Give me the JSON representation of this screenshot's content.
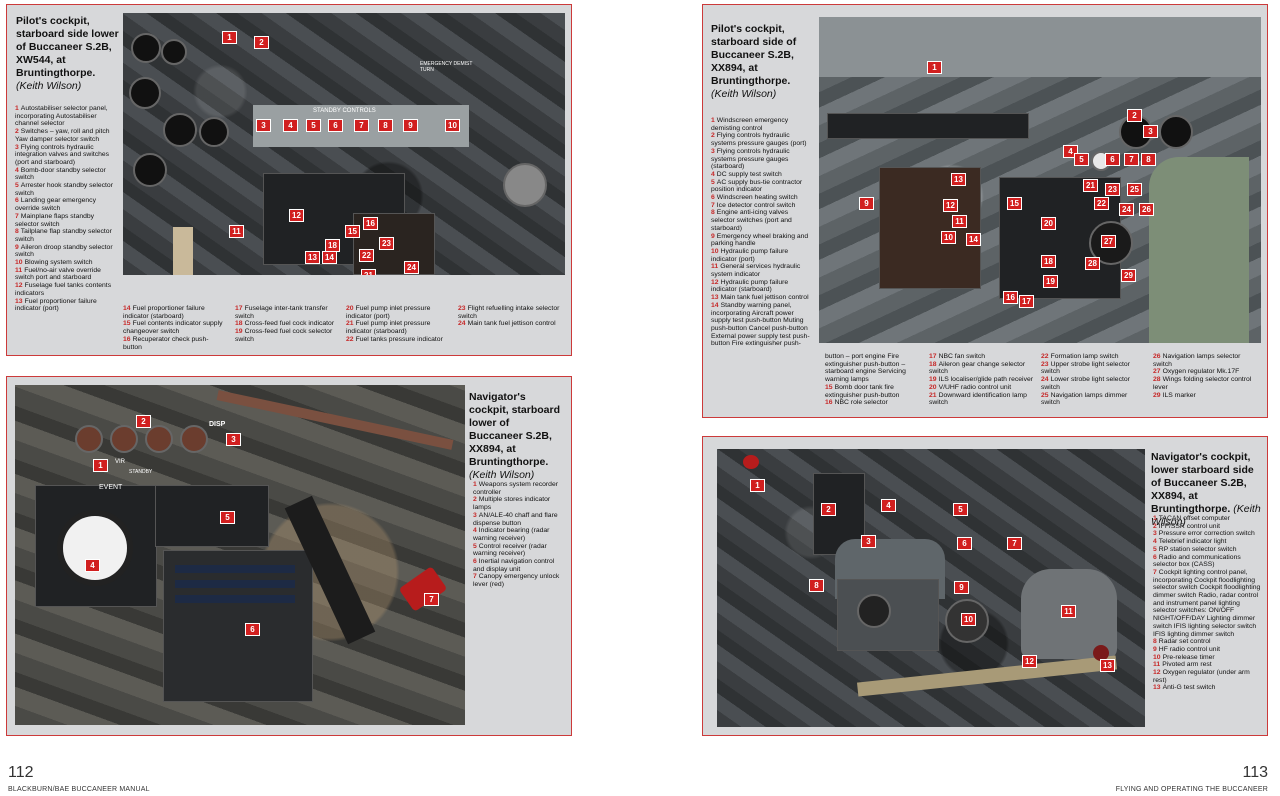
{
  "spread": {
    "left_page": {
      "number": "112",
      "running_head": "BLACKBURN/BAE BUCCANEER MANUAL"
    },
    "right_page": {
      "number": "113",
      "running_head": "FLYING AND OPERATING THE BUCCANEER"
    }
  },
  "pilot_xw544": {
    "title": "Pilot's cockpit, starboard side lower of Buccaneer S.2B, XW544, at Bruntingthorpe.",
    "credit": "(Keith Wilson)",
    "items": [
      {
        "n": "1",
        "text": "Autostabiliser selector panel, incorporating Autostabiliser channel selector"
      },
      {
        "n": "2",
        "text": "Switches – yaw, roll and pitch Yaw damper selector switch"
      },
      {
        "n": "3",
        "text": "Flying controls hydraulic integration valves and switches (port and starboard)"
      },
      {
        "n": "4",
        "text": "Bomb-door standby selector switch"
      },
      {
        "n": "5",
        "text": "Arrester hook standby selector switch"
      },
      {
        "n": "6",
        "text": "Landing gear emergency override switch"
      },
      {
        "n": "7",
        "text": "Mainplane flaps standby selector switch"
      },
      {
        "n": "8",
        "text": "Tailplane flap standby selector switch"
      },
      {
        "n": "9",
        "text": "Aileron droop standby selector switch"
      },
      {
        "n": "10",
        "text": "Blowing system switch"
      },
      {
        "n": "11",
        "text": "Fuel/no-air valve override switch port and starboard"
      },
      {
        "n": "12",
        "text": "Fuselage fuel tanks contents indicators"
      },
      {
        "n": "13",
        "text": "Fuel proportioner failure indicator (port)"
      },
      {
        "n": "14",
        "text": "Fuel proportioner failure indicator (starboard)"
      },
      {
        "n": "15",
        "text": "Fuel contents indicator supply changeover switch"
      },
      {
        "n": "16",
        "text": "Recuperator check push-button"
      },
      {
        "n": "17",
        "text": "Fuselage inter-tank transfer switch"
      },
      {
        "n": "18",
        "text": "Cross-feed fuel cock indicator"
      },
      {
        "n": "19",
        "text": "Cross-feed fuel cock selector switch"
      },
      {
        "n": "20",
        "text": "Fuel pump inlet pressure indicator (port)"
      },
      {
        "n": "21",
        "text": "Fuel pump inlet pressure indicator (starboard)"
      },
      {
        "n": "22",
        "text": "Fuel tanks pressure indicator"
      },
      {
        "n": "23",
        "text": "Flight refuelling intake selector switch"
      },
      {
        "n": "24",
        "text": "Main tank fuel jettison control"
      }
    ],
    "photo_labels": {
      "placard_controls": "STANDBY CONTROLS",
      "placard_demist": "EMERGENCY DEMIST TURN"
    }
  },
  "nav_xx894_starboard": {
    "title": "Navigator's cockpit, starboard lower of Buccaneer S.2B, XX894, at Bruntingthorpe.",
    "credit": "(Keith Wilson)",
    "items": [
      {
        "n": "1",
        "text": "Weapons system recorder controller"
      },
      {
        "n": "2",
        "text": "Multiple stores indicator lamps"
      },
      {
        "n": "3",
        "text": "AN/ALE-40 chaff and flare dispense button"
      },
      {
        "n": "4",
        "text": "Indicator bearing (radar warning receiver)"
      },
      {
        "n": "5",
        "text": "Control receiver (radar warning receiver)"
      },
      {
        "n": "6",
        "text": "Inertial navigation control and display unit"
      },
      {
        "n": "7",
        "text": "Canopy emergency unlock lever (red)"
      }
    ],
    "photo_labels": {
      "event": "EVENT",
      "disp": "DISP",
      "vir": "VIR",
      "standby": "STANDBY"
    }
  },
  "pilot_xx894": {
    "title": "Pilot's cockpit, starboard side of Buccaneer S.2B, XX894, at Bruntingthorpe.",
    "credit": "(Keith Wilson)",
    "items": [
      {
        "n": "1",
        "text": "Windscreen emergency demisting control"
      },
      {
        "n": "2",
        "text": "Flying controls hydraulic systems pressure gauges (port)"
      },
      {
        "n": "3",
        "text": "Flying controls hydraulic systems pressure gauges (starboard)"
      },
      {
        "n": "4",
        "text": "DC supply test switch"
      },
      {
        "n": "5",
        "text": "AC supply bus-tie contractor position indicator"
      },
      {
        "n": "6",
        "text": "Windscreen heating switch"
      },
      {
        "n": "7",
        "text": "Ice detector control switch"
      },
      {
        "n": "8",
        "text": "Engine anti-icing valves selector switches (port and starboard)"
      },
      {
        "n": "9",
        "text": "Emergency wheel braking and parking handle"
      },
      {
        "n": "10",
        "text": "Hydraulic pump failure indicator (port)"
      },
      {
        "n": "11",
        "text": "General services hydraulic system indicator"
      },
      {
        "n": "12",
        "text": "Hydraulic pump failure indicator (starboard)"
      },
      {
        "n": "13",
        "text": "Main tank fuel jettison control"
      },
      {
        "n": "14",
        "text": "Standby warning panel, incorporating Aircraft power supply test push-button Muting push-button Cancel push-button External power supply test push-button Fire extinguisher push-"
      },
      {
        "n": "",
        "text": "button – port engine Fire extinguisher push-button – starboard engine Servicing warning lamps"
      },
      {
        "n": "15",
        "text": "Bomb door tank fire extinguisher push-button"
      },
      {
        "n": "16",
        "text": "NBC role selector"
      },
      {
        "n": "17",
        "text": "NBC fan switch"
      },
      {
        "n": "18",
        "text": "Aileron gear change selector switch"
      },
      {
        "n": "19",
        "text": "ILS localiser/glide path receiver"
      },
      {
        "n": "20",
        "text": "V/UHF radio control unit"
      },
      {
        "n": "21",
        "text": "Downward identification lamp switch"
      },
      {
        "n": "22",
        "text": "Formation lamp switch"
      },
      {
        "n": "23",
        "text": "Upper strobe light selector switch"
      },
      {
        "n": "24",
        "text": "Lower strobe light selector switch"
      },
      {
        "n": "25",
        "text": "Navigation lamps dimmer switch"
      },
      {
        "n": "26",
        "text": "Navigation lamps selector switch"
      },
      {
        "n": "27",
        "text": "Oxygen regulator Mk.17F"
      },
      {
        "n": "28",
        "text": "Wings folding selector control lever"
      },
      {
        "n": "29",
        "text": "ILS marker"
      }
    ]
  },
  "nav_xx894_lower": {
    "title": "Navigator's cockpit, lower starboard side of Buccaneer S.2B, XX894, at Bruntingthorpe.",
    "credit": "(Keith Wilson)",
    "items": [
      {
        "n": "1",
        "text": "TACAN offset computer"
      },
      {
        "n": "2",
        "text": "IFF/SSR control unit"
      },
      {
        "n": "3",
        "text": "Pressure error correction switch"
      },
      {
        "n": "4",
        "text": "Telebrief indicator light"
      },
      {
        "n": "5",
        "text": "RP station selector switch"
      },
      {
        "n": "6",
        "text": "Radio and communications selector box (CASS)"
      },
      {
        "n": "7",
        "text": "Cockpit lighting control panel, incorporating Cockpit floodlighting selector switch Cockpit floodlighting dimmer switch Radio, radar control and instrument panel lighting selector switches: ON/OFF NIGHT/OFF/DAY Lighting dimmer switch IFIS lighting selector switch IFIS lighting dimmer switch"
      },
      {
        "n": "8",
        "text": "Radar set control"
      },
      {
        "n": "9",
        "text": "HF radio control unit"
      },
      {
        "n": "10",
        "text": "Pre-release timer"
      },
      {
        "n": "11",
        "text": "Pivoted arm rest"
      },
      {
        "n": "12",
        "text": "Oxygen regulator (under arm rest)"
      },
      {
        "n": "13",
        "text": "Anti-G test switch"
      }
    ]
  }
}
